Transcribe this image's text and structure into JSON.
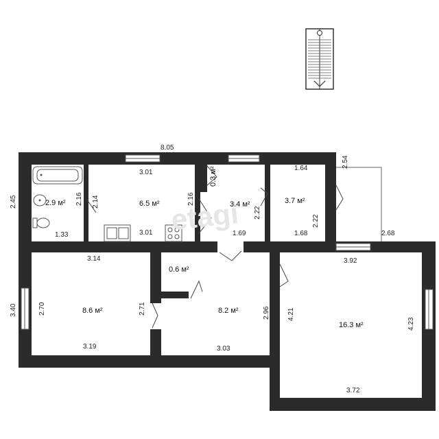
{
  "plan": {
    "watermark": "etagi",
    "rooms": [
      {
        "id": "bathroom",
        "area": "2.9 м²"
      },
      {
        "id": "kitchen",
        "area": "6.5 м²"
      },
      {
        "id": "closet-small",
        "area": "0.3 м²"
      },
      {
        "id": "corridor",
        "area": "3.4 м²"
      },
      {
        "id": "room-37",
        "area": "3.7 м²"
      },
      {
        "id": "storage",
        "area": "0.6 м²"
      },
      {
        "id": "room-86",
        "area": "8.6 м²"
      },
      {
        "id": "hall",
        "area": "8.2 м²"
      },
      {
        "id": "room-163",
        "area": "16.3 м²"
      }
    ],
    "dimensions": {
      "total_width": "8.05",
      "left_height_top": "2.45",
      "left_height_bottom": "3.40",
      "bath_h": "2.16",
      "bath_w": "1.33",
      "kitchen_top": "3.01",
      "kitchen_bottom": "3.01",
      "kitchen_left_h": "2.14",
      "kitchen_right_h": "2.16",
      "corridor_w": "1.69",
      "corridor_h": "2.22",
      "room37_top": "1.64",
      "room37_bottom": "1.68",
      "room37_h": "2.22",
      "veranda_h": "2.54",
      "veranda_w": "2.68",
      "room86_top": "3.14",
      "room86_bottom": "3.19",
      "room86_left": "2.70",
      "room86_right": "2.71",
      "hall_right": "2.96",
      "hall_bottom": "3.03",
      "room163_top": "3.92",
      "room163_left": "4.21",
      "room163_right": "4.23",
      "room163_bottom": "3.72"
    }
  }
}
